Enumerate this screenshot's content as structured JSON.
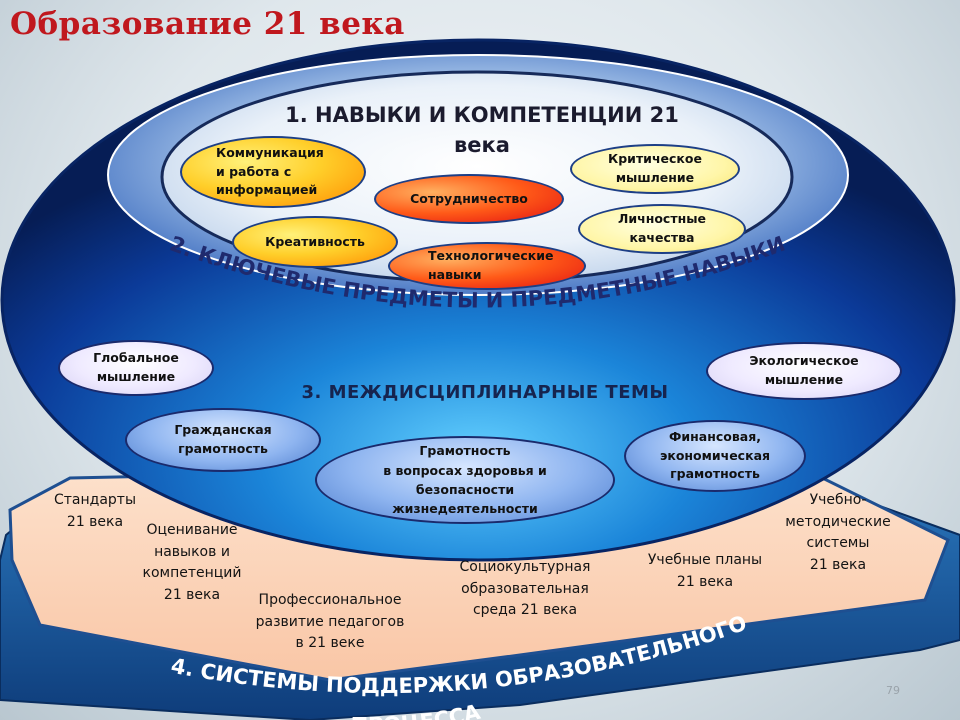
{
  "title": "Образование 21 века",
  "layer1": {
    "heading_line1": "1. НАВЫКИ И КОМПЕТЕНЦИИ 21",
    "heading_line2": "века",
    "items": [
      {
        "lines": [
          "Коммуникация",
          "и работа с",
          "информацией"
        ],
        "style": "yellow"
      },
      {
        "lines": [
          "Сотрудничество"
        ],
        "style": "red"
      },
      {
        "lines": [
          "Критическое",
          "мышление"
        ],
        "style": "cream"
      },
      {
        "lines": [
          "Креативность"
        ],
        "style": "yellow"
      },
      {
        "lines": [
          "Технологические",
          "навыки"
        ],
        "style": "red"
      },
      {
        "lines": [
          "Личностные",
          "качества"
        ],
        "style": "cream"
      }
    ]
  },
  "layer2": {
    "label": "2. КЛЮЧЕВЫЕ ПРЕДМЕТЫ И ПРЕДМЕТНЫЕ НАВЫКИ"
  },
  "layer3": {
    "heading": "3. МЕЖДИСЦИПЛИНАРНЫЕ  ТЕМЫ",
    "items": [
      {
        "lines": [
          "Глобальное",
          "мышление"
        ],
        "style": "lav"
      },
      {
        "lines": [
          "Экологическое",
          "мышление"
        ],
        "style": "lav"
      },
      {
        "lines": [
          "Гражданская",
          "грамотность"
        ],
        "style": "blue"
      },
      {
        "lines": [
          "Грамотность",
          "в вопросах здоровья и",
          "безопасности",
          "жизнедеятельности"
        ],
        "style": "blue"
      },
      {
        "lines": [
          "Финансовая,",
          "экономическая",
          "грамотность"
        ],
        "style": "blue"
      }
    ]
  },
  "layer4": {
    "label_line1": "4. СИСТЕМЫ  ПОДДЕРЖКИ ОБРАЗОВАТЕЛЬНОГО",
    "label_line2": "ПРОЦЕССА",
    "items": [
      {
        "lines": [
          "Стандарты",
          "21 века"
        ]
      },
      {
        "lines": [
          "Оценивание",
          "навыков и",
          "компетенций",
          "21 века"
        ]
      },
      {
        "lines": [
          "Профессиональное",
          "развитие педагогов",
          "в 21 веке"
        ]
      },
      {
        "lines": [
          "Социокультурная",
          "образовательная",
          "среда 21 века"
        ]
      },
      {
        "lines": [
          "Учебные планы",
          "21 века"
        ]
      },
      {
        "lines": [
          "Учебно-",
          "методические",
          "системы",
          "21 века"
        ]
      }
    ]
  },
  "slide_number": "79",
  "colors": {
    "title": "#c0181e",
    "platform_top": "#fdd5b8",
    "platform_side": "#1c5fa0",
    "bowl_outer": "#0a2d78",
    "bowl_rim": "#8aaee0",
    "inner_ellipse": "#eef4fb",
    "heading_text": "#1b1b2e",
    "layer2_text": "#1f2a6e",
    "layer4_text": "#ffffff"
  }
}
